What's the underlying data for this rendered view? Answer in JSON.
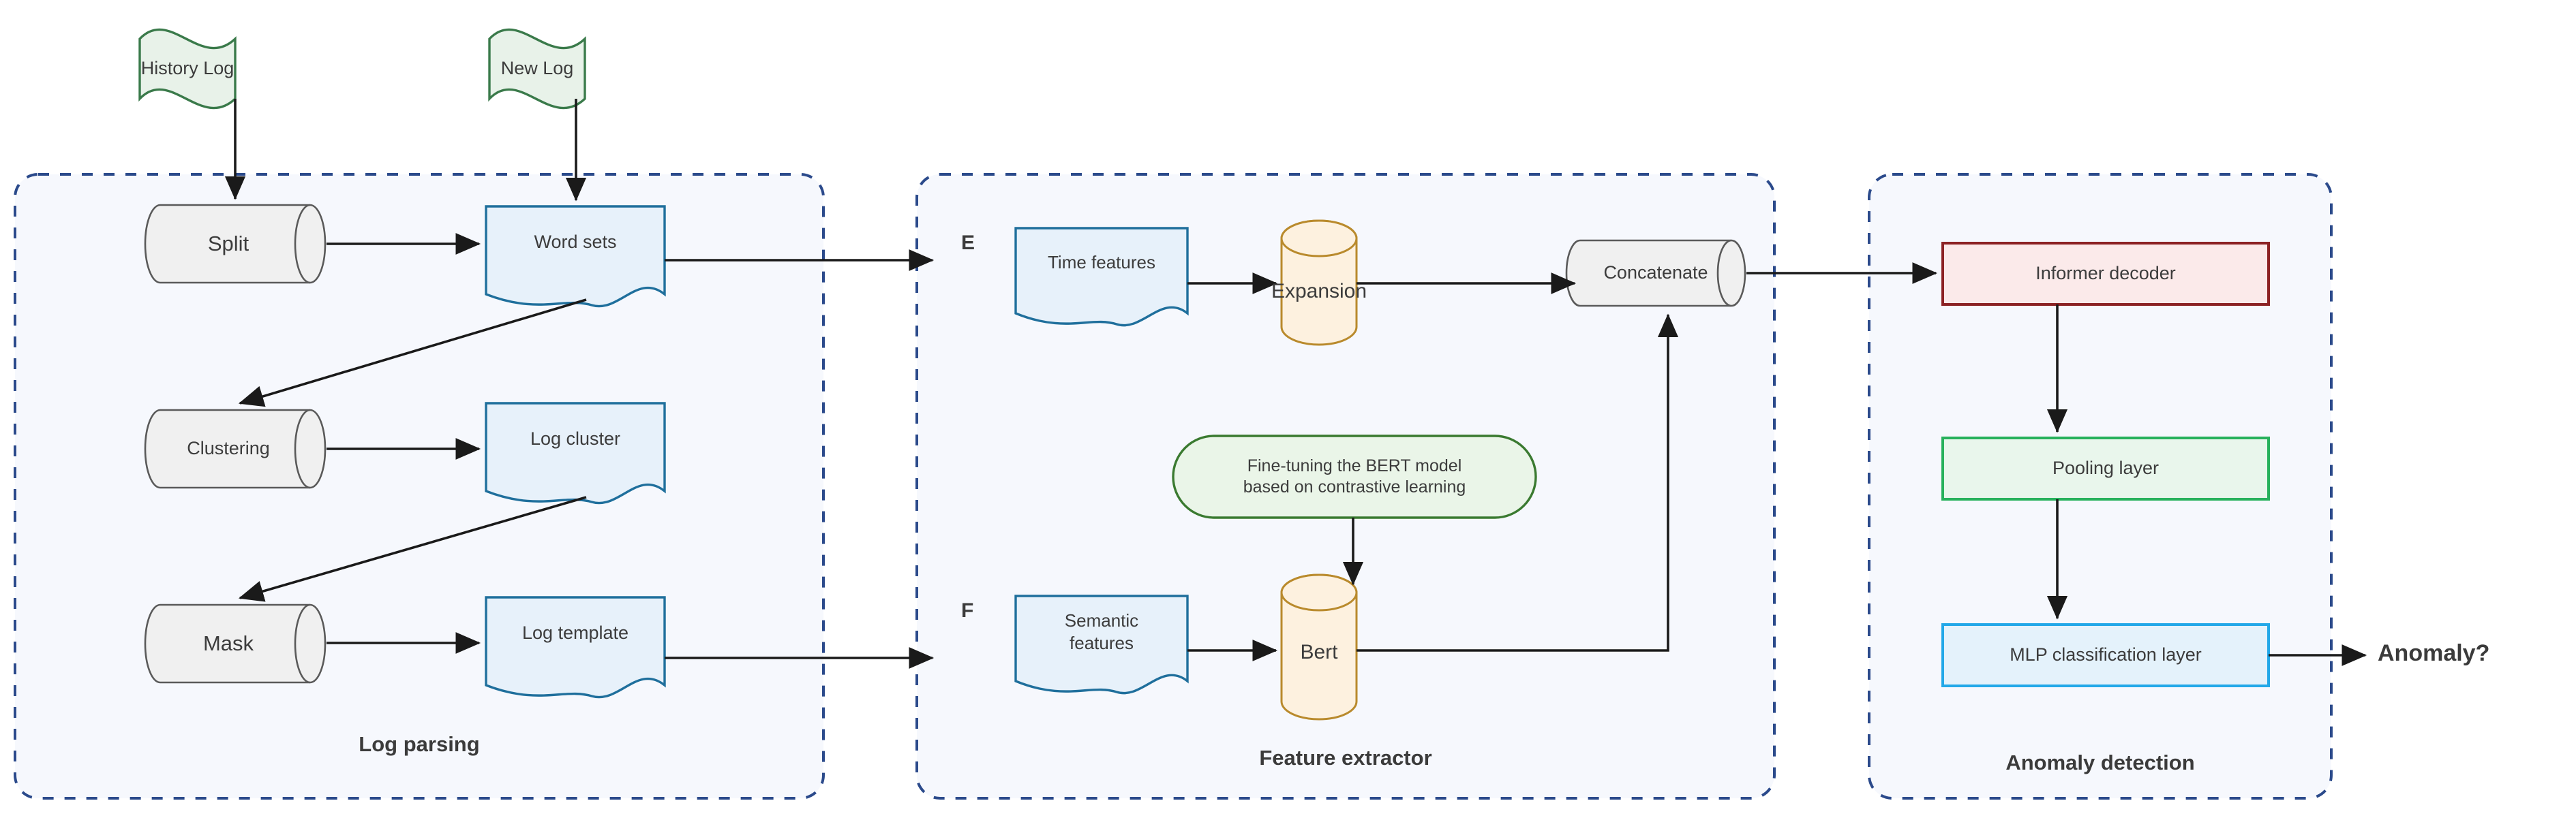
{
  "figure": {
    "title": "Log anomaly detection pipeline",
    "background": "#ffffff"
  },
  "colors": {
    "panel_border": "#2b4a8b",
    "panel_fill": "#f6f8fd",
    "flag_fill": "#e8f2e9",
    "flag_border": "#3a7a4a",
    "doc_fill": "#e7f1fa",
    "doc_border": "#1f6f9c",
    "gray_cyl_fill": "#f0f0f0",
    "gray_cyl_border": "#5a5a5a",
    "orange_cyl_fill": "#fdf1df",
    "orange_cyl_border": "#b98a2c",
    "green_pill_fill": "#eaf5e8",
    "green_pill_border": "#3a7a30",
    "red_rect_fill": "#fbeaea",
    "red_rect_border": "#8c2224",
    "green_rect_fill": "#e9f6ec",
    "green_rect_border": "#27b15c",
    "blue_rect_fill": "#e4f2fb",
    "blue_rect_border": "#22a8e8",
    "arrow": "#1a1a1a",
    "text": "#3c3c3c"
  },
  "inputs": [
    {
      "id": "history-log",
      "label": "History Log",
      "shape": "flag"
    },
    {
      "id": "new-log",
      "label": "New Log",
      "shape": "flag"
    }
  ],
  "panels": [
    {
      "id": "log-parsing",
      "title": "Log parsing",
      "nodes": [
        {
          "id": "split",
          "label": "Split",
          "shape": "cylinder-h",
          "style": "gray"
        },
        {
          "id": "clustering",
          "label": "Clustering",
          "shape": "cylinder-h",
          "style": "gray"
        },
        {
          "id": "mask",
          "label": "Mask",
          "shape": "cylinder-h",
          "style": "gray"
        },
        {
          "id": "word-sets",
          "label": "Word sets",
          "shape": "document",
          "style": "blue"
        },
        {
          "id": "log-cluster",
          "label": "Log cluster",
          "shape": "document",
          "style": "blue"
        },
        {
          "id": "log-template",
          "label": "Log template",
          "shape": "document",
          "style": "blue"
        }
      ]
    },
    {
      "id": "feature-extractor",
      "title": "Feature extractor",
      "markers": [
        {
          "id": "marker-e",
          "label": "E"
        },
        {
          "id": "marker-f",
          "label": "F"
        }
      ],
      "nodes": [
        {
          "id": "time-features",
          "label": "Time features",
          "shape": "document",
          "style": "blue"
        },
        {
          "id": "semantic-features",
          "label": "Semantic features",
          "shape": "document",
          "style": "blue"
        },
        {
          "id": "expansion",
          "label": "Expansion",
          "shape": "cylinder-v",
          "style": "orange"
        },
        {
          "id": "bert",
          "label": "Bert",
          "shape": "cylinder-v",
          "style": "orange"
        },
        {
          "id": "concatenate",
          "label": "Concatenate",
          "shape": "cylinder-h",
          "style": "gray"
        },
        {
          "id": "fine-tuning",
          "label": "Fine-tuning the BERT model based on contrastive learning",
          "label_line1": "Fine-tuning the BERT model",
          "label_line2": "based on contrastive learning",
          "shape": "pill",
          "style": "green"
        }
      ]
    },
    {
      "id": "anomaly-detection",
      "title": "Anomaly detection",
      "nodes": [
        {
          "id": "informer-decoder",
          "label": "Informer decoder",
          "shape": "rect",
          "style": "red"
        },
        {
          "id": "pooling-layer",
          "label": "Pooling layer",
          "shape": "rect",
          "style": "green"
        },
        {
          "id": "mlp-classification",
          "label": "MLP classification layer",
          "shape": "rect",
          "style": "blue"
        }
      ]
    }
  ],
  "output": {
    "id": "anomaly-question",
    "label": "Anomaly?"
  },
  "edges": [
    {
      "from": "history-log",
      "to": "split",
      "type": "straight"
    },
    {
      "from": "new-log",
      "to": "word-sets",
      "type": "straight"
    },
    {
      "from": "split",
      "to": "word-sets",
      "type": "straight"
    },
    {
      "from": "word-sets",
      "to": "clustering",
      "type": "diagonal"
    },
    {
      "from": "clustering",
      "to": "log-cluster",
      "type": "straight"
    },
    {
      "from": "log-cluster",
      "to": "mask",
      "type": "diagonal"
    },
    {
      "from": "mask",
      "to": "log-template",
      "type": "straight"
    },
    {
      "from": "word-sets",
      "to": "time-features",
      "type": "straight"
    },
    {
      "from": "log-template",
      "to": "semantic-features",
      "type": "straight"
    },
    {
      "from": "time-features",
      "to": "expansion",
      "type": "straight"
    },
    {
      "from": "expansion",
      "to": "concatenate",
      "type": "straight"
    },
    {
      "from": "semantic-features",
      "to": "bert",
      "type": "straight"
    },
    {
      "from": "fine-tuning",
      "to": "bert",
      "type": "straight"
    },
    {
      "from": "bert",
      "to": "concatenate",
      "type": "elbow"
    },
    {
      "from": "concatenate",
      "to": "informer-decoder",
      "type": "straight"
    },
    {
      "from": "informer-decoder",
      "to": "pooling-layer",
      "type": "straight"
    },
    {
      "from": "pooling-layer",
      "to": "mlp-classification",
      "type": "straight"
    },
    {
      "from": "mlp-classification",
      "to": "anomaly-question",
      "type": "straight"
    }
  ]
}
